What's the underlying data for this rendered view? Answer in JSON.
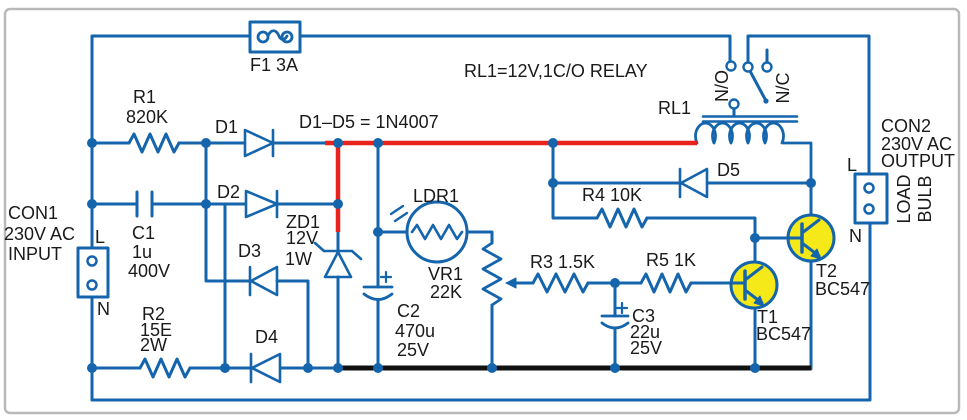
{
  "annotations": {
    "diode_equiv": "D1–D5 = 1N4007",
    "relay_spec": "RL1=12V,1C/O RELAY"
  },
  "components": {
    "fuse": {
      "label": "F1 3A"
    },
    "r1": {
      "name": "R1",
      "value": "820K"
    },
    "r2": {
      "name": "R2",
      "value": "15E",
      "power": "2W"
    },
    "r3": {
      "label": "R3 1.5K"
    },
    "r4": {
      "label": "R4 10K"
    },
    "r5": {
      "label": "R5 1K"
    },
    "c1": {
      "name": "C1",
      "value": "1u",
      "voltage": "400V"
    },
    "c2": {
      "name": "C2",
      "value": "470u",
      "voltage": "25V"
    },
    "c3": {
      "name": "C3",
      "value": "22u",
      "voltage": "25V"
    },
    "d1": {
      "name": "D1"
    },
    "d2": {
      "name": "D2"
    },
    "d3": {
      "name": "D3"
    },
    "d4": {
      "name": "D4"
    },
    "d5": {
      "name": "D5"
    },
    "zd1": {
      "name": "ZD1",
      "voltage": "12V",
      "power": "1W"
    },
    "ldr1": {
      "name": "LDR1"
    },
    "vr1": {
      "name": "VR1",
      "value": "22K"
    },
    "t1": {
      "name": "T1",
      "part": "BC547"
    },
    "t2": {
      "name": "T2",
      "part": "BC547"
    },
    "relay": {
      "name": "RL1",
      "no": "N/O",
      "nc": "N/C"
    }
  },
  "connectors": {
    "con1": {
      "line1": "CON1",
      "line2": "230V AC",
      "line3": "INPUT",
      "live": "L",
      "neutral": "N"
    },
    "con2": {
      "line1": "CON2",
      "line2": "230V AC",
      "line3": "OUTPUT",
      "live": "L",
      "neutral": "N",
      "load_line1": "LOAD",
      "load_line2": "BULB"
    }
  },
  "colors": {
    "wire": "#1565ad",
    "live_rail": "#e8221c",
    "ground_rail": "#111111",
    "transistor_fill": "#f5e91a",
    "text": "#1a1a1a",
    "border": "#b9b9b9"
  }
}
